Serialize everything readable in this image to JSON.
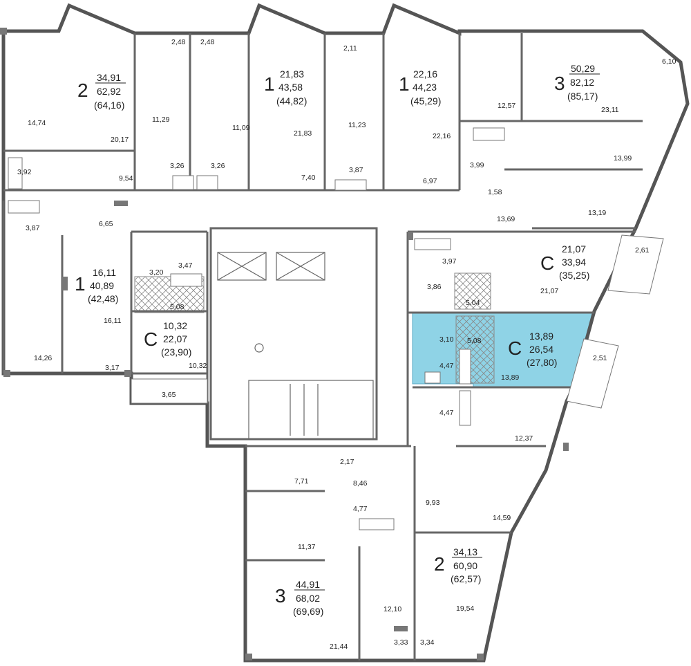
{
  "accent_color": "#8fd3e6",
  "units": [
    {
      "id": "u2-nw",
      "type": "2",
      "living": "34,91",
      "total": "62,92",
      "with_balcony": "(64,16)",
      "highlighted": false
    },
    {
      "id": "u1-n1",
      "type": "1",
      "living": "21,83",
      "total": "43,58",
      "with_balcony": "(44,82)",
      "highlighted": false
    },
    {
      "id": "u1-n2",
      "type": "1",
      "living": "22,16",
      "total": "44,23",
      "with_balcony": "(45,29)",
      "highlighted": false
    },
    {
      "id": "u3-ne",
      "type": "3",
      "living": "50,29",
      "total": "82,12",
      "with_balcony": "(85,17)",
      "highlighted": false
    },
    {
      "id": "u1-w",
      "type": "1",
      "living": "16,11",
      "total": "40,89",
      "with_balcony": "(42,48)",
      "highlighted": false
    },
    {
      "id": "uc-w",
      "type": "С",
      "living": "10,32",
      "total": "22,07",
      "with_balcony": "(23,90)",
      "highlighted": false
    },
    {
      "id": "uc-e1",
      "type": "С",
      "living": "21,07",
      "total": "33,94",
      "with_balcony": "(35,25)",
      "highlighted": false
    },
    {
      "id": "uc-e2",
      "type": "С",
      "living": "13,89",
      "total": "26,54",
      "with_balcony": "(27,80)",
      "highlighted": true
    },
    {
      "id": "u2-se",
      "type": "2",
      "living": "34,13",
      "total": "60,90",
      "with_balcony": "(62,57)",
      "highlighted": false
    },
    {
      "id": "u3-s",
      "type": "3",
      "living": "44,91",
      "total": "68,02",
      "with_balcony": "(69,69)",
      "highlighted": false
    }
  ],
  "room_areas": [
    "2,48",
    "2,48",
    "2,11",
    "6,10",
    "14,74",
    "20,17",
    "11,29",
    "11,09",
    "21,83",
    "11,23",
    "22,16",
    "12,57",
    "23,11",
    "3,92",
    "9,54",
    "3,26",
    "3,26",
    "7,40",
    "3,87",
    "6,97",
    "3,99",
    "1,58",
    "13,99",
    "13,19",
    "3,87",
    "6,65",
    "13,69",
    "2,61",
    "3,47",
    "3,20",
    "3,97",
    "21,07",
    "3,86",
    "5,04",
    "5,08",
    "16,11",
    "14,26",
    "3,17",
    "10,32",
    "3,10",
    "5,08",
    "4,47",
    "13,89",
    "2,51",
    "3,65",
    "4,47",
    "12,37",
    "2,17",
    "7,71",
    "8,46",
    "4,77",
    "9,93",
    "14,59",
    "11,37",
    "12,10",
    "19,54",
    "21,44",
    "3,33",
    "3,34"
  ]
}
